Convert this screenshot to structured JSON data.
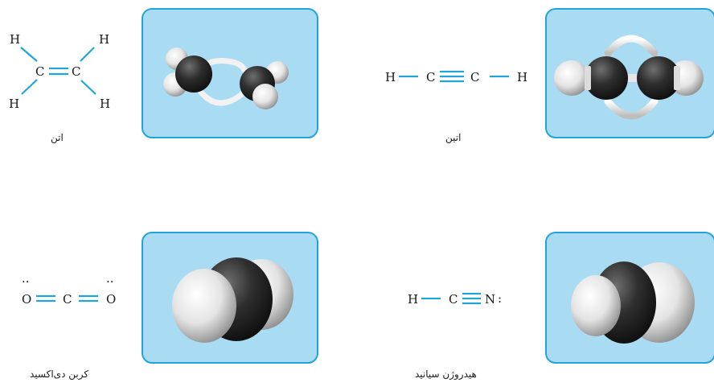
{
  "molecules": {
    "ethene": {
      "name": "اتن",
      "atoms": {
        "c": "C",
        "h": "H"
      }
    },
    "ethyne": {
      "name": "اتین",
      "atoms": {
        "c": "C",
        "h": "H"
      }
    },
    "carbon_dioxide": {
      "name": "کربن دی‌اکسید",
      "atoms": {
        "c": "C",
        "o": "O"
      },
      "lone_pair_mark": "··"
    },
    "hydrogen_cyanide": {
      "name": "هیدروژن سیانید",
      "atoms": {
        "h": "H",
        "c": "C",
        "n": "N"
      },
      "lone_pair_mark": ":"
    }
  },
  "colors": {
    "panel_fill": "#a9dcf3",
    "panel_border": "#22a4db",
    "bond_line": "#22a4db",
    "carbon_atom": "#2b2b2b",
    "hydrogen_atom": "#e8e8e8",
    "oxygen_atom": "#e8e8e8"
  }
}
